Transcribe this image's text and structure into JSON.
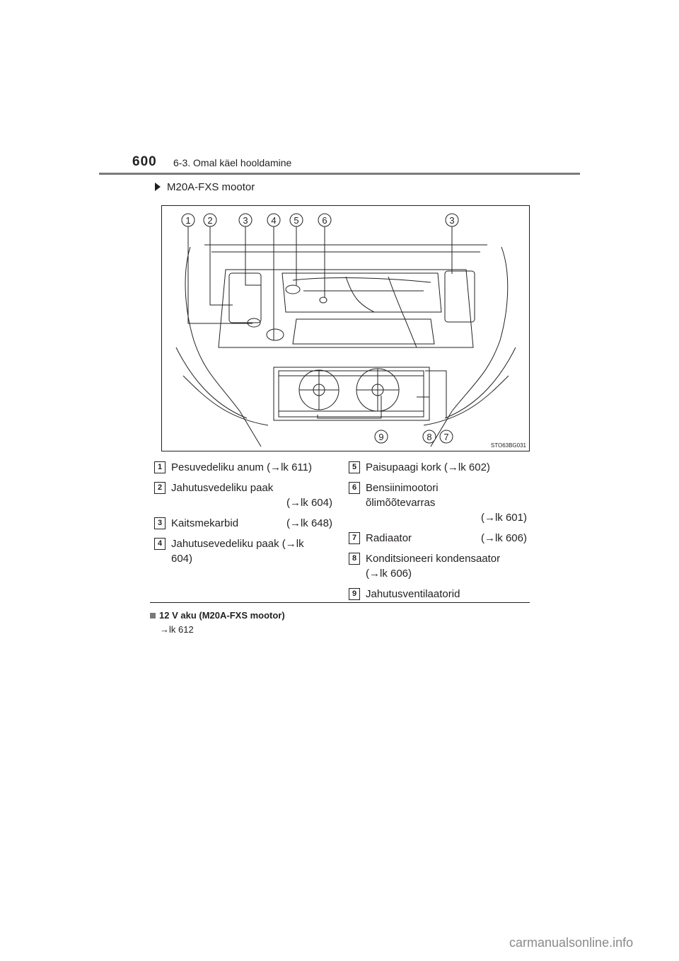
{
  "header": {
    "page_number": "600",
    "section": "6-3. Omal käel hooldamine"
  },
  "subtitle": "M20A-FXS mootor",
  "figure": {
    "code": "STO63BG031",
    "callouts_top": [
      "1",
      "2",
      "3",
      "4",
      "5",
      "6",
      "3"
    ],
    "callouts_bottom": [
      "9",
      "8",
      "7"
    ]
  },
  "legend_left": [
    {
      "num": "1",
      "text": "Pesuvedeliku anum (→lk 611)"
    },
    {
      "num": "2",
      "text": "Jahutusvedeliku paak",
      "ref": "(→lk 604)"
    },
    {
      "num": "3",
      "text": "Kaitsmekarbid",
      "ref": "(→lk 648)"
    },
    {
      "num": "4",
      "text": "Jahutusevedeliku paak (→lk",
      "text2": "604)"
    }
  ],
  "legend_right": [
    {
      "num": "5",
      "text": "Paisupaagi kork (→lk 602)"
    },
    {
      "num": "6",
      "text": "Bensiinimootori",
      "text2": "õlimõõtevarras",
      "ref": "(→lk 601)"
    },
    {
      "num": "7",
      "text": "Radiaator",
      "ref": "(→lk 606)"
    },
    {
      "num": "8",
      "text": "Konditsioneeri kondensaator",
      "text2": "(→lk 606)"
    },
    {
      "num": "9",
      "text": "Jahutusventilaatorid"
    }
  ],
  "note": {
    "title": "12 V aku (M20A-FXS mootor)",
    "ref": "→lk 612"
  },
  "watermark": "carmanualsonline.info"
}
